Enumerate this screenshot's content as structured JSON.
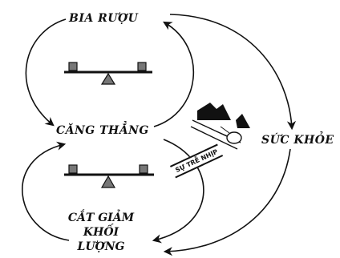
{
  "nodes": {
    "alcohol": "BIA RƯỢU",
    "stress": "CĂNG THẲNG",
    "health": "SỨC KHỎE",
    "weight_loss_line1": "CẮT GIẢM",
    "weight_loss_line2": "KHỐI",
    "weight_loss_line3": "LƯỢNG"
  },
  "delay_label": "SỰ TRỄ NHỊP"
}
